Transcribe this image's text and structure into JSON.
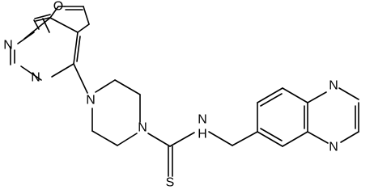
{
  "molecule": {
    "atoms": {
      "furan_o": "O",
      "pyrimidine_n1": "N",
      "pyrimidine_n3": "N",
      "piperazine_n1": "N",
      "piperazine_n4": "N",
      "thioamide_nh": "N",
      "thioamide_h": "H",
      "thiocarbonyl_s": "S",
      "quinoxaline_n1": "N",
      "quinoxaline_n4": "N"
    }
  }
}
